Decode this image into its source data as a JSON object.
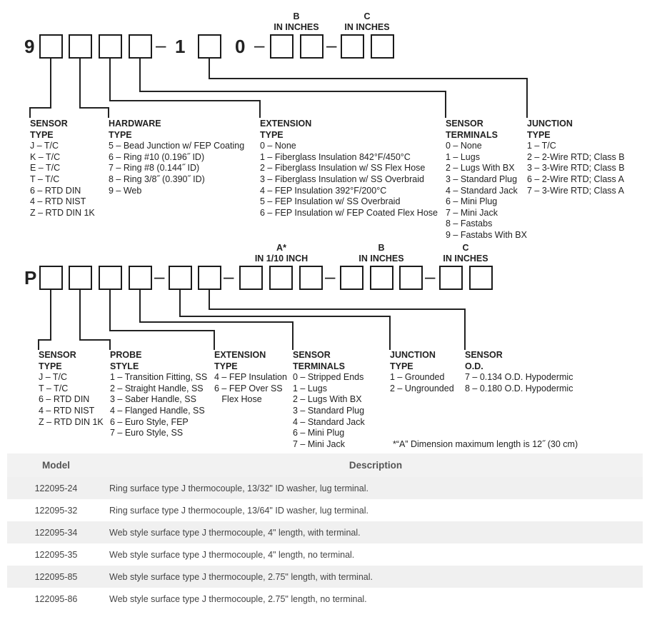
{
  "code1": {
    "prefix": "9",
    "mid_one": "1",
    "mid_zero": "0",
    "header_b": "B",
    "header_c": "C",
    "in_inches": "IN INCHES",
    "dash": "–",
    "columns": {
      "sensor_type": {
        "title": [
          "SENSOR",
          "TYPE"
        ],
        "items": [
          "J – T/C",
          "K – T/C",
          "E – T/C",
          "T – T/C",
          "6 – RTD DIN",
          "4 – RTD NIST",
          "Z – RTD DIN 1K"
        ]
      },
      "hardware_type": {
        "title": [
          "HARDWARE",
          "TYPE"
        ],
        "items": [
          "5 – Bead Junction w/ FEP Coating",
          "6 – Ring #10 (0.196˝ ID)",
          "7 – Ring #8 (0.144˝ ID)",
          "8 – Ring 3/8˝ (0.390˝ ID)",
          "9 – Web"
        ]
      },
      "extension_type": {
        "title": [
          "EXTENSION",
          "TYPE"
        ],
        "items": [
          "0 – None",
          "1 – Fiberglass Insulation 842°F/450°C",
          "2 – Fiberglass Insulation w/ SS Flex Hose",
          "3 – Fiberglass Insulation w/ SS Overbraid",
          "4 – FEP Insulation 392°F/200°C",
          "5 – FEP Insulation w/ SS Overbraid",
          "6 – FEP Insulation w/ FEP Coated Flex Hose"
        ]
      },
      "sensor_terminals": {
        "title": [
          "SENSOR",
          "TERMINALS"
        ],
        "items": [
          "0 – None",
          "1 – Lugs",
          "2 – Lugs With BX",
          "3 – Standard Plug",
          "4 – Standard Jack",
          "6 – Mini Plug",
          "7 – Mini Jack",
          "8 – Fastabs",
          "9 – Fastabs With BX"
        ]
      },
      "junction_type": {
        "title": [
          "JUNCTION",
          "TYPE"
        ],
        "items": [
          "1 – T/C",
          "2 – 2-Wire RTD; Class B",
          "3 – 3-Wire RTD; Class B",
          "6 – 2-Wire RTD; Class A",
          "7 – 3-Wire RTD; Class A"
        ]
      }
    }
  },
  "code2": {
    "prefix": "P",
    "header_a": "A*",
    "header_a_units": "IN 1/10 INCH",
    "header_b": "B",
    "header_c": "C",
    "in_inches": "IN INCHES",
    "dash": "–",
    "columns": {
      "sensor_type": {
        "title": [
          "SENSOR",
          "TYPE"
        ],
        "items": [
          "J – T/C",
          "T – T/C",
          "6 – RTD DIN",
          "4 – RTD NIST",
          "Z – RTD DIN 1K"
        ]
      },
      "probe_style": {
        "title": [
          "PROBE",
          "STYLE"
        ],
        "items": [
          "1 – Transition Fitting, SS",
          "2 – Straight Handle, SS",
          "3 – Saber Handle, SS",
          "4 – Flanged Handle, SS",
          "6 – Euro Style, FEP",
          "7 – Euro Style, SS"
        ]
      },
      "extension_type": {
        "title": [
          "EXTENSION",
          "TYPE"
        ],
        "items": [
          "4 – FEP Insulation",
          "6 – FEP Over SS",
          "   Flex Hose"
        ]
      },
      "sensor_terminals": {
        "title": [
          "SENSOR",
          "TERMINALS"
        ],
        "items": [
          "0 – Stripped Ends",
          "1 – Lugs",
          "2 – Lugs With BX",
          "3 – Standard Plug",
          "4 – Standard Jack",
          "6 – Mini Plug",
          "7 – Mini Jack"
        ]
      },
      "junction_type": {
        "title": [
          "JUNCTION",
          "TYPE"
        ],
        "items": [
          "1 – Grounded",
          "2 – Ungrounded"
        ]
      },
      "sensor_od": {
        "title": [
          "SENSOR",
          "O.D."
        ],
        "items": [
          "7 – 0.134 O.D. Hypodermic",
          "8 – 0.180 O.D. Hypodermic"
        ]
      }
    },
    "note": "*“A” Dimension maximum length is 12˝ (30 cm)"
  },
  "table": {
    "headers": {
      "model": "Model",
      "description": "Description"
    },
    "rows": [
      {
        "model": "122095-24",
        "description": "Ring surface type J thermocouple, 13/32\" ID washer, lug terminal."
      },
      {
        "model": "122095-32",
        "description": "Ring surface type J thermocouple, 13/64\" ID washer, lug terminal."
      },
      {
        "model": "122095-34",
        "description": "Web style surface type J thermocouple, 4\" length, with terminal."
      },
      {
        "model": "122095-35",
        "description": "Web style surface type J thermocouple, 4\" length, no terminal."
      },
      {
        "model": "122095-85",
        "description": "Web style surface type J thermocouple, 2.75\" length, with terminal."
      },
      {
        "model": "122095-86",
        "description": "Web style surface type J thermocouple, 2.75\" length, no terminal."
      }
    ]
  }
}
